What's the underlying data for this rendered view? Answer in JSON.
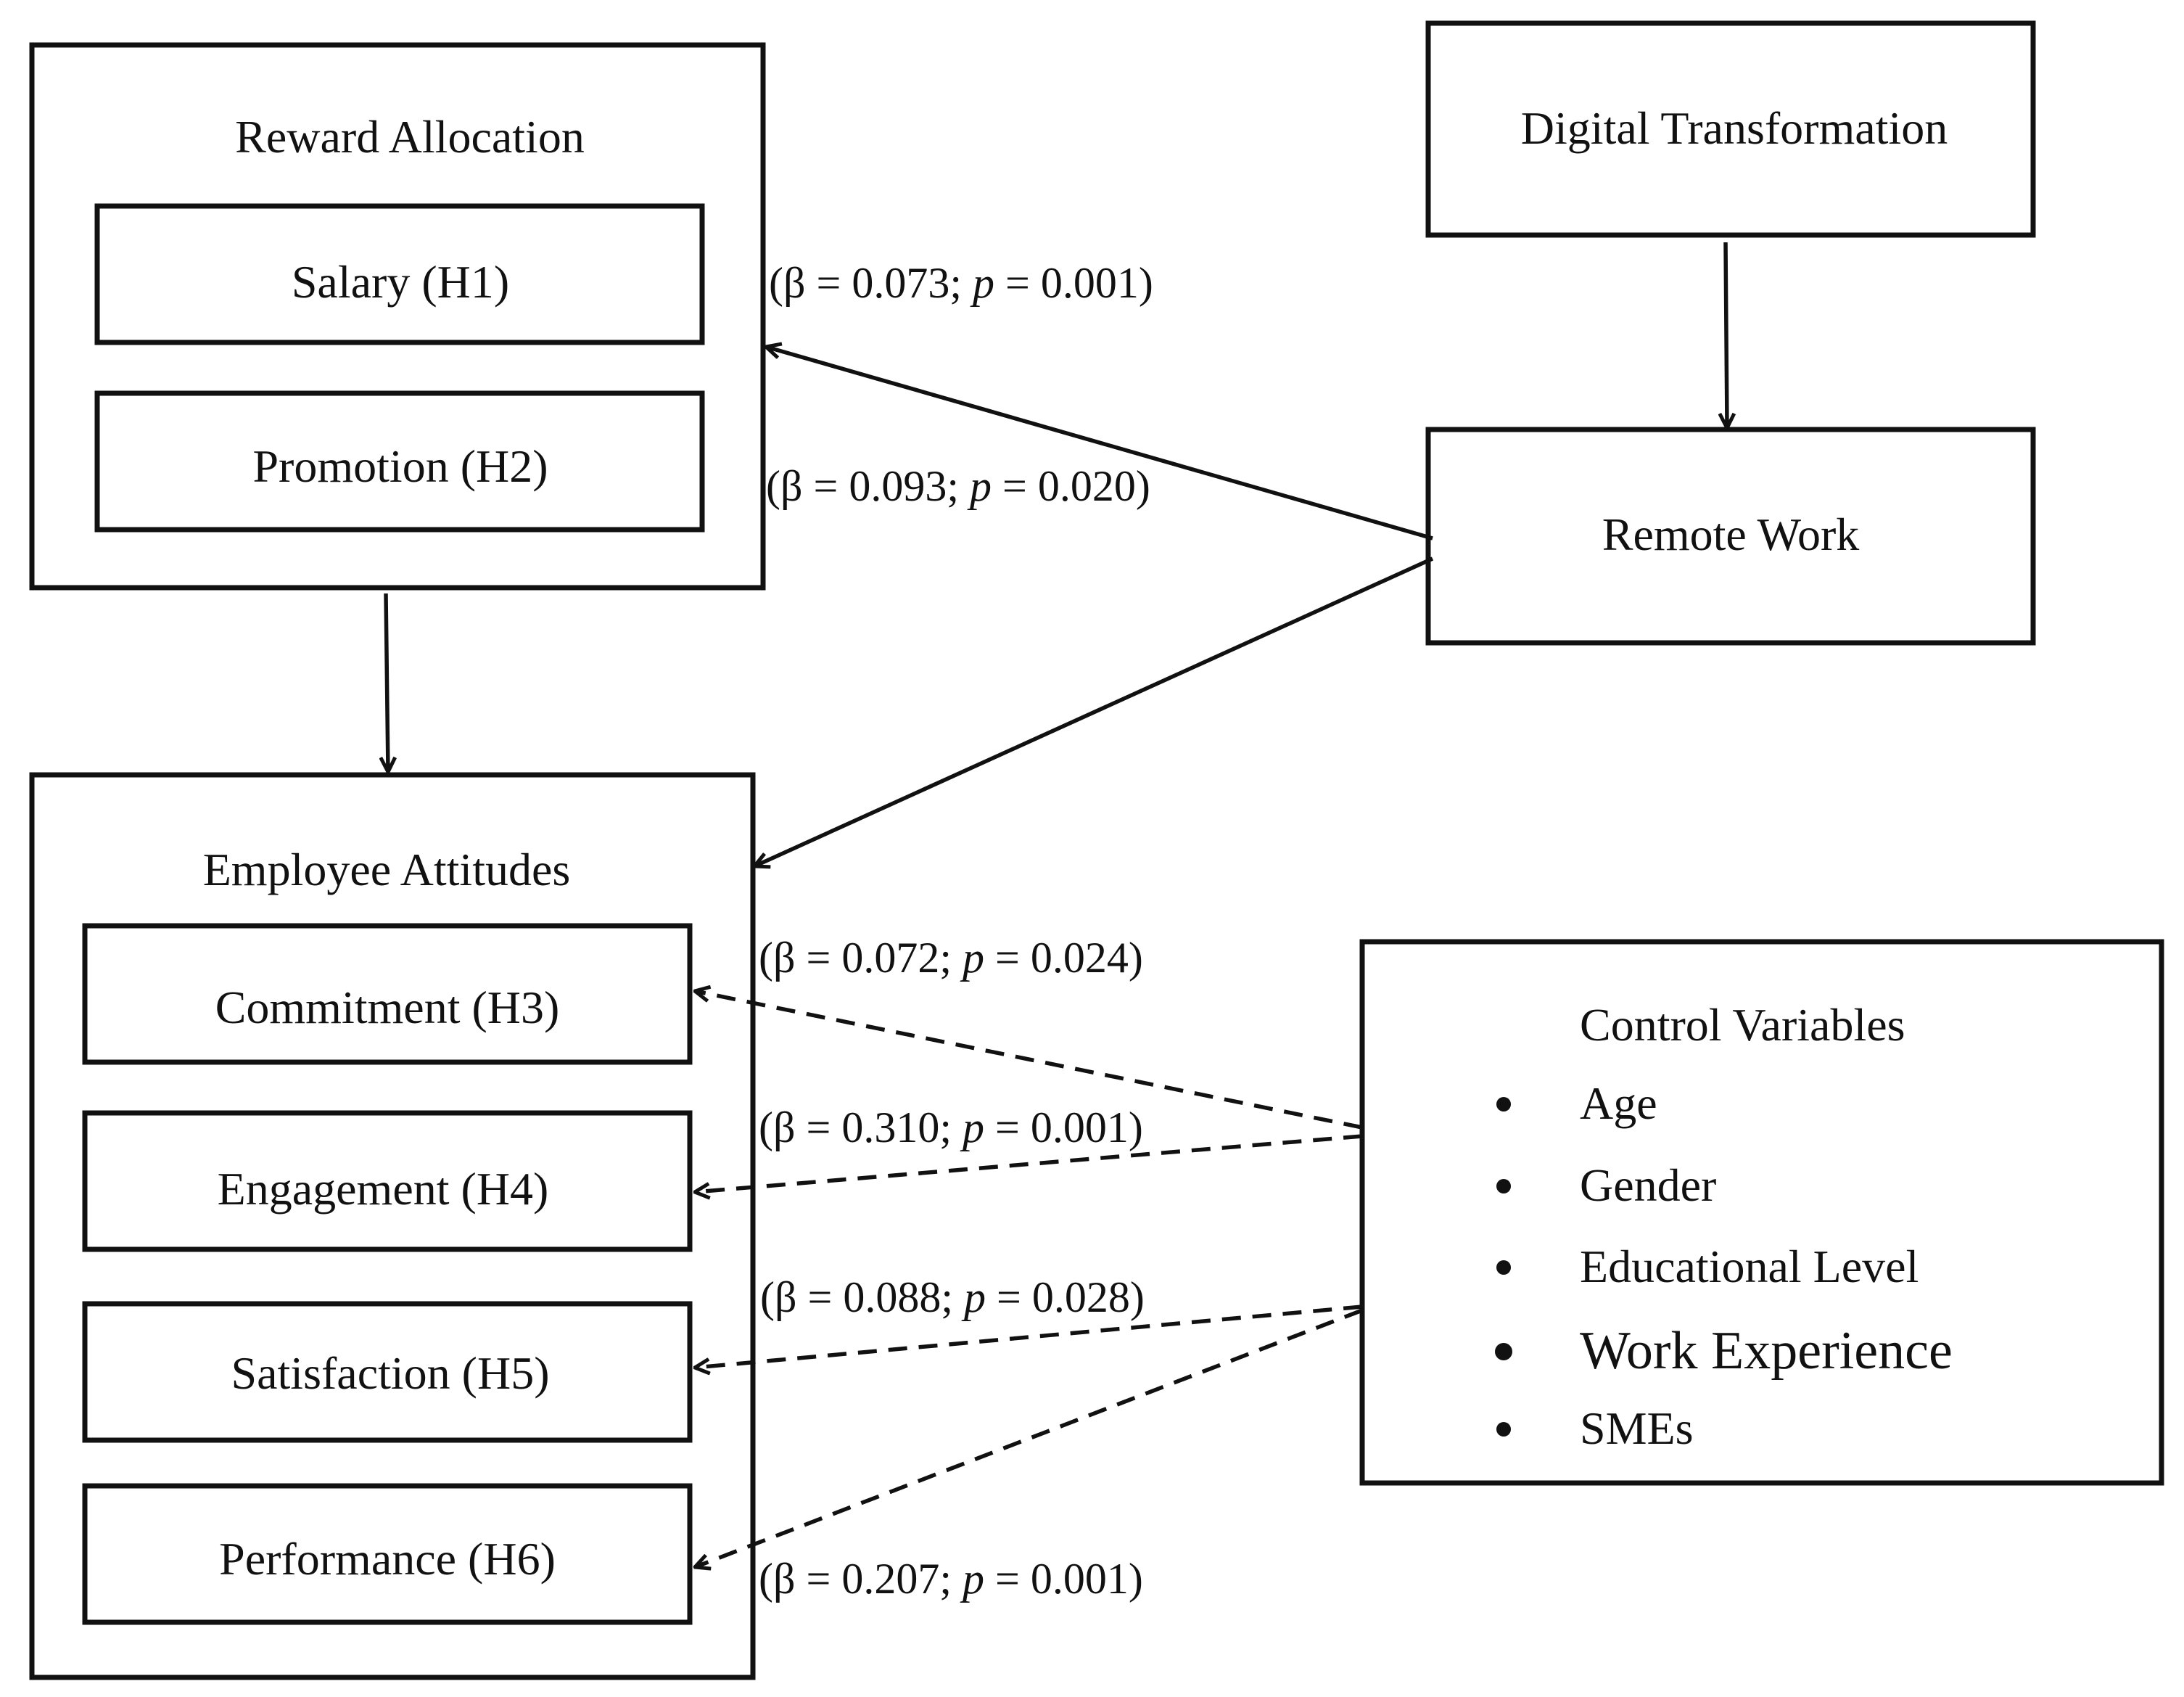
{
  "nodes": {
    "reward_allocation": "Reward Allocation",
    "salary": "Salary (H1)",
    "promotion": "Promotion (H2)",
    "digital_transformation": "Digital Transformation",
    "remote_work": "Remote Work",
    "employee_attitudes": "Employee Attitudes",
    "commitment": "Commitment (H3)",
    "engagement": "Engagement (H4)",
    "satisfaction": "Satisfaction (H5)",
    "performance": "Performance (H6)",
    "control_variables": {
      "title": "Control Variables",
      "items": [
        "Age",
        "Gender",
        "Educational Level",
        "Work Experience",
        "SMEs"
      ]
    }
  },
  "paths": {
    "remote_to_reward_top": {
      "beta": "0.073",
      "p": "0.001"
    },
    "remote_to_reward_bottom": {
      "beta": "0.093",
      "p": "0.020"
    },
    "control_to_commitment": {
      "beta": "0.072",
      "p": "0.024"
    },
    "control_to_engagement": {
      "beta": "0.310",
      "p": "0.001"
    },
    "control_to_satisfaction": {
      "beta": "0.088",
      "p": "0.028"
    },
    "control_to_performance": {
      "beta": "0.207",
      "p": "0.001"
    }
  },
  "symbols": {
    "beta": "β",
    "p": "p",
    "open": "(",
    "eq": " = ",
    "sep": "; ",
    "close": ")"
  }
}
